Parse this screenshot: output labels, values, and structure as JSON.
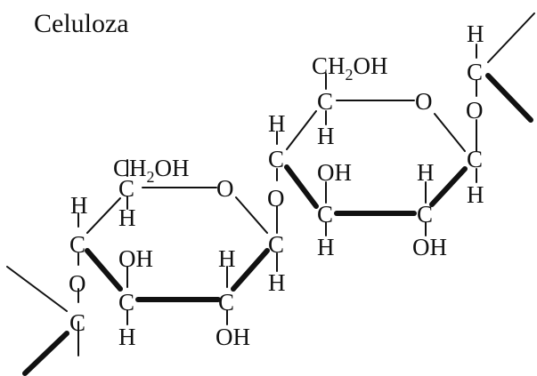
{
  "title": "Celuloza",
  "labels": {
    "h": "H",
    "c": "C",
    "o": "O",
    "oh": "OH",
    "ch2oh_pre": "CH",
    "ch2oh_sub": "2",
    "ch2oh_post": "OH"
  }
}
